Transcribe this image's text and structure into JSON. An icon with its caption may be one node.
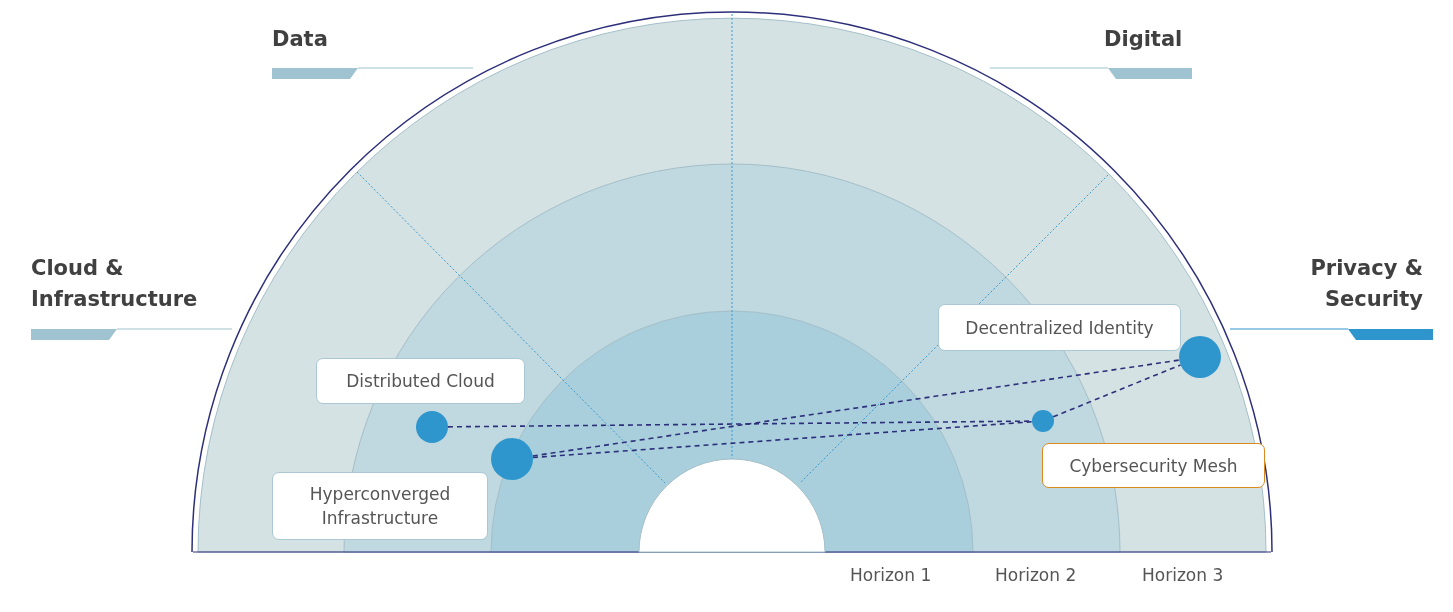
{
  "diagram": {
    "nodes": [
      {
        "text": [
          "Distributed Cloud"
        ]
      },
      {
        "text": [
          "Hyperconverged Infrastructure"
        ]
      },
      {
        "text": [
          "Decentralized Identity"
        ]
      },
      {
        "text": [
          "Cybersecurity Mesh"
        ]
      },
      {
        "text": [],
        "shape": "circle"
      },
      {
        "text": [],
        "shape": "circle"
      },
      {
        "text": [],
        "shape": "circle"
      },
      {
        "text": [],
        "shape": "circle"
      }
    ],
    "edges": [
      {
        "from": 4,
        "to": 6,
        "arrow": "none",
        "style": "dashed"
      },
      {
        "from": 5,
        "to": 7,
        "arrow": "none",
        "style": "dashed"
      },
      {
        "from": 5,
        "to": 6,
        "arrow": "none",
        "style": "dashed"
      },
      {
        "from": 6,
        "to": 7,
        "arrow": "none",
        "style": "dashed"
      }
    ],
    "labels": [
      "Data",
      "Digital",
      "Cloud & Infrastructure",
      "Privacy & Security",
      "Horizon 1",
      "Horizon 2",
      "Horizon 3"
    ]
  }
}
